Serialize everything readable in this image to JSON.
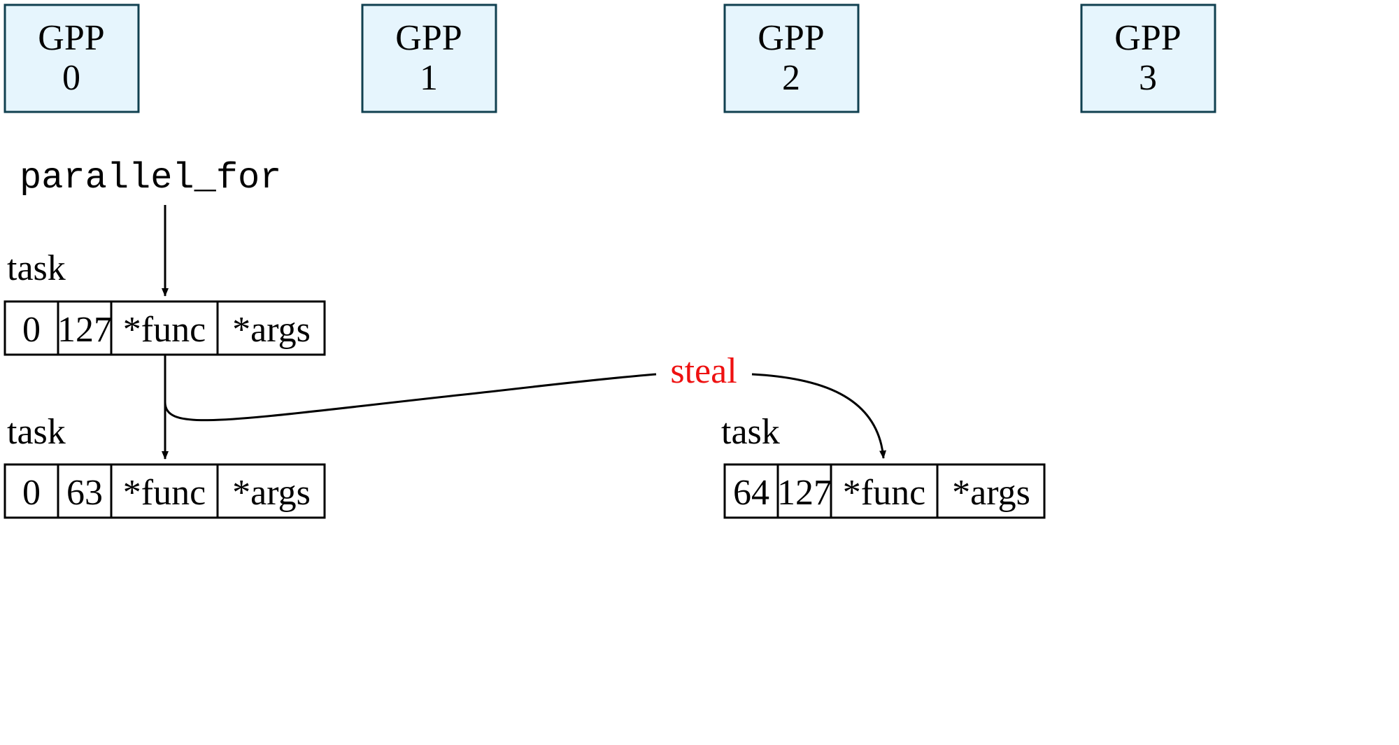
{
  "processors": [
    {
      "name": "GPP",
      "index": "0"
    },
    {
      "name": "GPP",
      "index": "1"
    },
    {
      "name": "GPP",
      "index": "2"
    },
    {
      "name": "GPP",
      "index": "3"
    }
  ],
  "call_label": "parallel_for",
  "tasks": [
    {
      "label": "task",
      "start": "0",
      "end": "127",
      "func": "*func",
      "args": "*args"
    },
    {
      "label": "task",
      "start": "0",
      "end": "63",
      "func": "*func",
      "args": "*args"
    },
    {
      "label": "task",
      "start": "64",
      "end": "127",
      "func": "*func",
      "args": "*args"
    }
  ],
  "steal_label": "steal",
  "colors": {
    "gpp_fill": "#e6f5fd",
    "gpp_stroke": "#104050",
    "steal_text": "#ee1111",
    "line": "#000000"
  }
}
